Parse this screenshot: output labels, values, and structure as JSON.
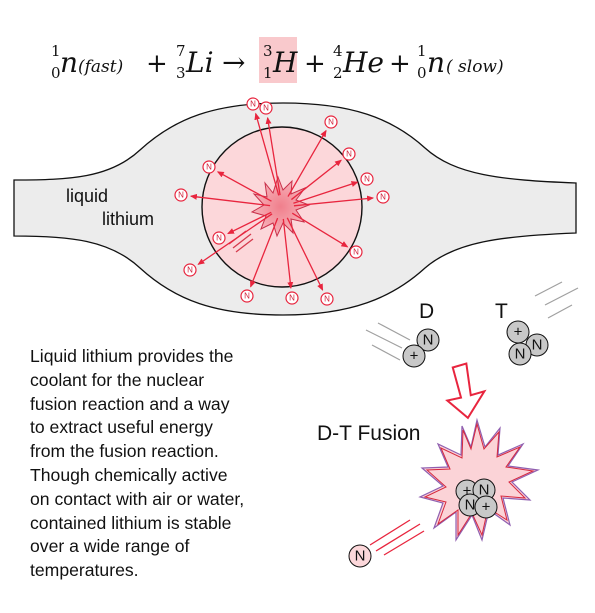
{
  "equation": {
    "n_fast": {
      "z": "0",
      "a": "1",
      "symbol": "n",
      "note": "(fast)"
    },
    "plus1": "+",
    "li": {
      "z": "3",
      "a": "7",
      "symbol": "Li"
    },
    "arrow": "→",
    "h": {
      "z": "1",
      "a": "3",
      "symbol": "H"
    },
    "plus2": "+",
    "he": {
      "z": "2",
      "a": "4",
      "symbol": "He"
    },
    "plus3": "+",
    "n_slow": {
      "z": "0",
      "a": "1",
      "symbol": "n",
      "note": "( slow)"
    }
  },
  "labels": {
    "liquid": "liquid",
    "lithium": "lithium",
    "deuterium": "D",
    "tritium": "T",
    "dt_fusion": "D-T Fusion"
  },
  "particles": {
    "neutron": "N",
    "proton": "+"
  },
  "description_lines": [
    "Liquid lithium provides the",
    "coolant for the nuclear",
    "fusion reaction and a way",
    "to extract useful energy",
    "from the fusion reaction.",
    "Though chemically active",
    "on contact with air or water,",
    "contained lithium is stable",
    "over a wide range of",
    "temperatures."
  ],
  "colors": {
    "red": "#e8253e",
    "pink_fill": "#fcd7da",
    "highlight": "#f9c9cc",
    "blanket": "#ececec",
    "nucleon_gray": "#c8c8c8"
  }
}
